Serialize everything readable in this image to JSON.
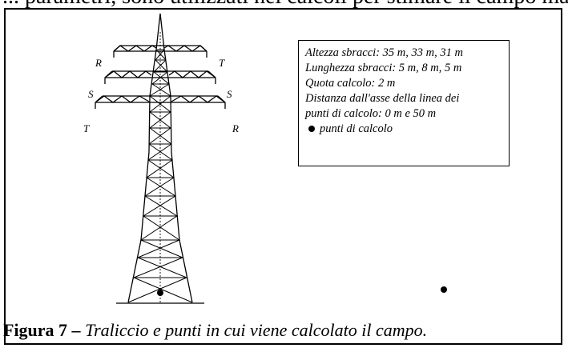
{
  "top_partial_text": "... parametri, sono utilizzati nei calcoli per stimare il campo magnetico generato",
  "phase_labels": {
    "left": [
      "R",
      "S",
      "T"
    ],
    "right": [
      "T",
      "S",
      "R"
    ]
  },
  "legend": {
    "lines": [
      "Altezza sbracci: 35 m, 33 m, 31 m",
      "Lunghezza sbracci: 5 m, 8 m, 5 m",
      "Quota calcolo: 2 m",
      "Distanza dall'asse della linea dei",
      "punti di calcolo: 0 m e 50 m"
    ],
    "marker_label": "punti di calcolo"
  },
  "caption": {
    "number": "Figura 7 –",
    "text": "Traliccio e punti in cui viene calcolato il campo."
  }
}
